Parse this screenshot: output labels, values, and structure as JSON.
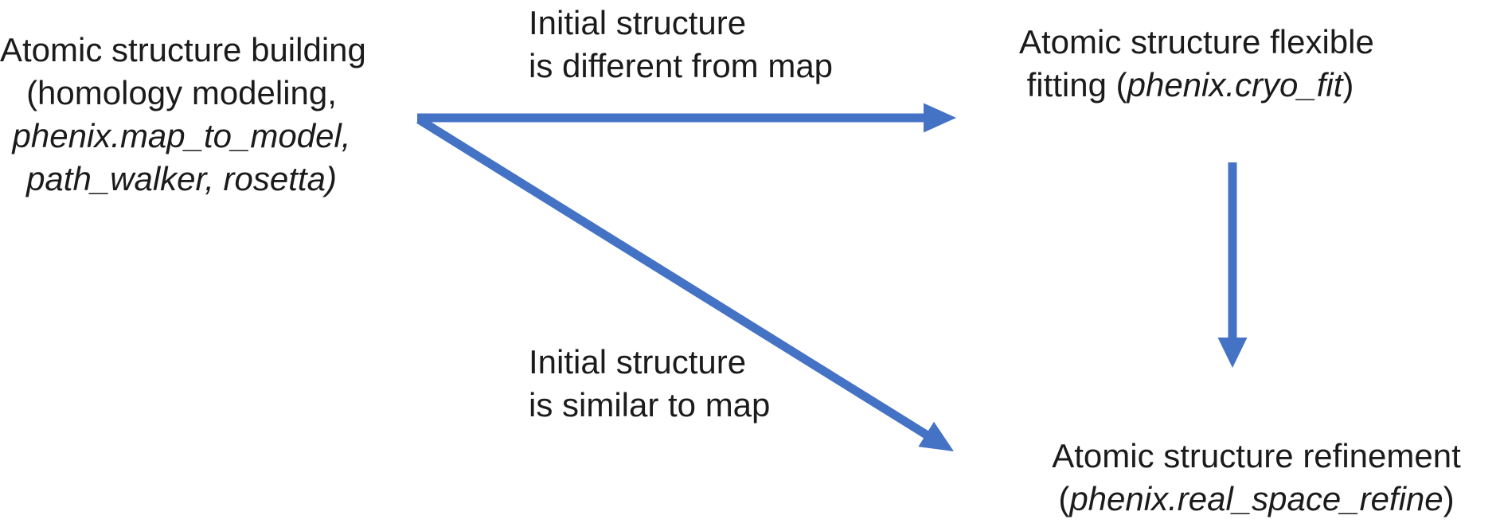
{
  "colors": {
    "arrow_blue": "#4472C4",
    "text": "#1b1b1b",
    "background": "#ffffff"
  },
  "nodes": {
    "building": {
      "line1": "Atomic structure building",
      "line2": "(homology modeling,",
      "line3": "phenix.map_to_model,",
      "line4": "path_walker, rosetta)"
    },
    "flexible_fitting": {
      "line1": "Atomic structure flexible",
      "line2_pre": "fitting (",
      "line2_italic": "phenix.cryo_fit",
      "line2_post": ")"
    },
    "refinement": {
      "line1": "Atomic structure refinement",
      "line2_pre": "(",
      "line2_italic": "phenix.real_space_refine",
      "line2_post": ")"
    }
  },
  "edge_labels": {
    "different": {
      "line1": "Initial structure",
      "line2": "is different from map"
    },
    "similar": {
      "line1": "Initial structure",
      "line2": "is similar to map"
    }
  }
}
